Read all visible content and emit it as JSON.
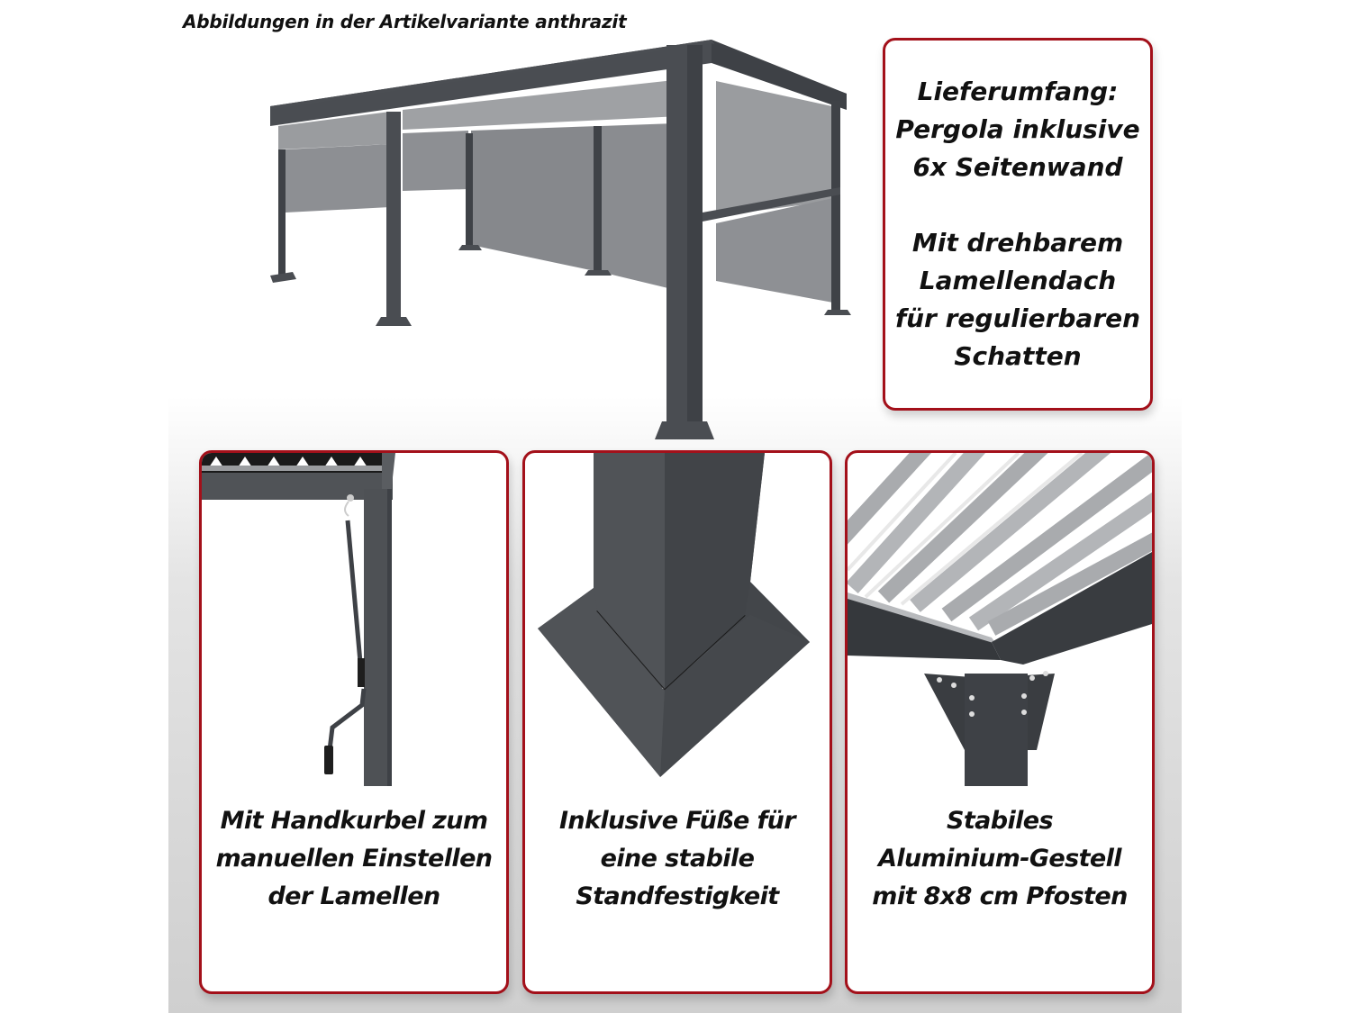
{
  "header": {
    "caption": "Abbildungen in der Artikelvariante anthrazit"
  },
  "hero_image": {
    "description": "Pergola with louvered roof and side walls, anthracite",
    "icon": "pergola-illustration"
  },
  "info_card": {
    "lines_block1": [
      "Lieferumfang:",
      "Pergola inklusive",
      "6x Seitenwand"
    ],
    "lines_block2": [
      "Mit drehbarem",
      "Lamellendach",
      "für regulierbaren",
      "Schatten"
    ]
  },
  "features": [
    {
      "icon": "hand-crank-illustration",
      "lines": [
        "Mit Handkurbel zum",
        "manuellen Einstellen",
        "der Lamellen"
      ]
    },
    {
      "icon": "post-foot-illustration",
      "lines": [
        "Inklusive Füße für",
        "eine stabile",
        "Standfestigkeit"
      ]
    },
    {
      "icon": "aluminium-frame-illustration",
      "lines": [
        "Stabiles",
        "Aluminium-Gestell",
        "mit 8x8 cm Pfosten"
      ]
    }
  ],
  "colors": {
    "accent_border": "#a3101a",
    "frame_anthracite": "#4a4d52",
    "panel_gray": "#8a8c90",
    "background_gray": "#cfcfcf"
  }
}
